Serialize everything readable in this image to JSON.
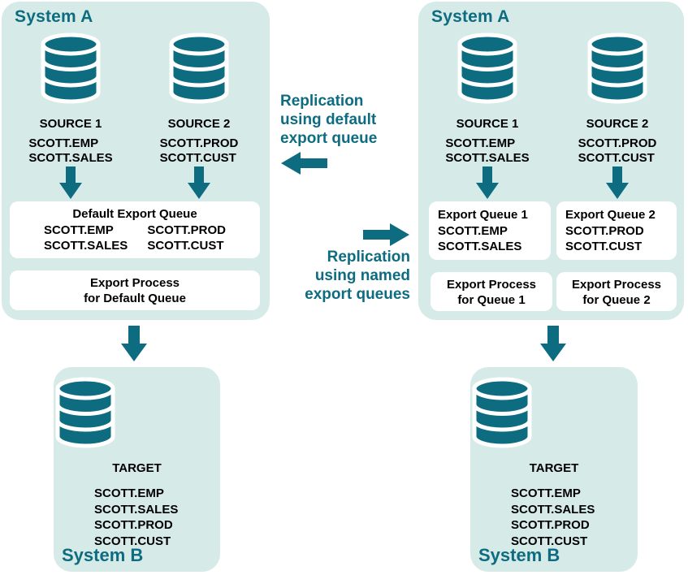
{
  "colors": {
    "teal": "#0e6c80",
    "panel_background": "#d6eae8",
    "box_background": "#ffffff",
    "text": "#000000"
  },
  "left_system_a": {
    "title": "System A",
    "sources": [
      {
        "label": "SOURCE 1",
        "tables": [
          "SCOTT.EMP",
          "SCOTT.SALES"
        ]
      },
      {
        "label": "SOURCE 2",
        "tables": [
          "SCOTT.PROD",
          "SCOTT.CUST"
        ]
      }
    ],
    "queue_box": {
      "title": "Default Export Queue",
      "col1": [
        "SCOTT.EMP",
        "SCOTT.SALES"
      ],
      "col2": [
        "SCOTT.PROD",
        "SCOTT.CUST"
      ]
    },
    "process_box": {
      "line1": "Export Process",
      "line2": "for Default Queue"
    }
  },
  "right_system_a": {
    "title": "System A",
    "sources": [
      {
        "label": "SOURCE 1",
        "tables": [
          "SCOTT.EMP",
          "SCOTT.SALES"
        ]
      },
      {
        "label": "SOURCE 2",
        "tables": [
          "SCOTT.PROD",
          "SCOTT.CUST"
        ]
      }
    ],
    "queue_boxes": [
      {
        "title": "Export Queue 1",
        "tables": [
          "SCOTT.EMP",
          "SCOTT.SALES"
        ]
      },
      {
        "title": "Export Queue 2",
        "tables": [
          "SCOTT.PROD",
          "SCOTT.CUST"
        ]
      }
    ],
    "process_boxes": [
      {
        "line1": "Export Process",
        "line2": "for Queue 1"
      },
      {
        "line1": "Export Process",
        "line2": "for Queue 2"
      }
    ]
  },
  "middle": {
    "label_default": [
      "Replication",
      "using default",
      "export queue"
    ],
    "label_named": [
      "Replication",
      "using named",
      "export queues"
    ]
  },
  "left_system_b": {
    "title": "System B",
    "db_label": "TARGET",
    "tables": [
      "SCOTT.EMP",
      "SCOTT.SALES",
      "SCOTT.PROD",
      "SCOTT.CUST"
    ]
  },
  "right_system_b": {
    "title": "System B",
    "db_label": "TARGET",
    "tables": [
      "SCOTT.EMP",
      "SCOTT.SALES",
      "SCOTT.PROD",
      "SCOTT.CUST"
    ]
  }
}
